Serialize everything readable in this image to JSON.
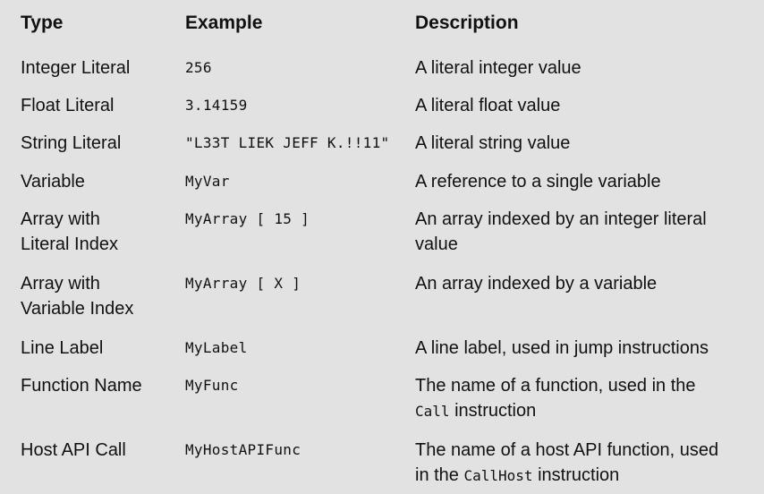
{
  "headers": {
    "type": "Type",
    "example": "Example",
    "description": "Description"
  },
  "rows": [
    {
      "type": [
        "Integer Literal"
      ],
      "example": "256",
      "description": [
        [
          "A literal integer value"
        ]
      ]
    },
    {
      "type": [
        "Float Literal"
      ],
      "example": "3.14159",
      "description": [
        [
          "A literal float value"
        ]
      ]
    },
    {
      "type": [
        "String Literal"
      ],
      "example": "\"L33T LIEK JEFF K.!!11\"",
      "description": [
        [
          "A literal string value"
        ]
      ]
    },
    {
      "type": [
        "Variable"
      ],
      "example": "MyVar",
      "description": [
        [
          "A reference to a single variable"
        ]
      ]
    },
    {
      "type": [
        "Array with",
        "Literal Index"
      ],
      "example": "MyArray [ 15 ]",
      "description": [
        [
          "An array indexed by an integer literal"
        ],
        [
          "value"
        ]
      ]
    },
    {
      "type": [
        "Array with",
        "Variable Index"
      ],
      "example": "MyArray [ X ]",
      "description": [
        [
          "An array indexed by a variable"
        ]
      ]
    },
    {
      "type": [
        "Line Label"
      ],
      "example": "MyLabel",
      "description": [
        [
          "A line label, used in jump instructions"
        ]
      ]
    },
    {
      "type": [
        "Function Name"
      ],
      "example": "MyFunc",
      "description": [
        [
          "The name of a function, used in the"
        ],
        [
          "",
          "Call",
          " instruction"
        ]
      ]
    },
    {
      "type": [
        "Host API Call"
      ],
      "example": "MyHostAPIFunc",
      "description": [
        [
          "The name of a host API function, used"
        ],
        [
          "in the ",
          "CallHost",
          " instruction"
        ]
      ]
    }
  ]
}
